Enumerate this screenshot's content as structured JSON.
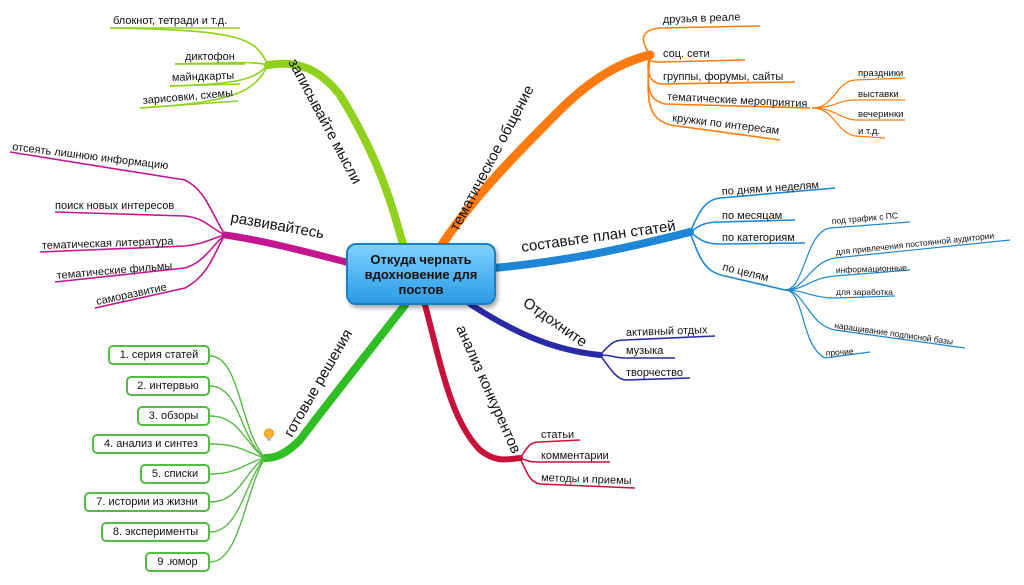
{
  "center": {
    "title": "Откуда черпать вдохновение для постов"
  },
  "colors": {
    "lime": "#8fd11c",
    "orange": "#ff7b0f",
    "blue": "#1e86d6",
    "navy": "#2a2aa8",
    "crimson": "#c8103a",
    "green": "#2fbf24",
    "magenta": "#c3158f"
  },
  "branches": {
    "record": {
      "label": "записывайте мысли",
      "items": [
        "блокнот, тетради и т.д.",
        "диктофон",
        "майндкарты",
        "зарисовки, схемы"
      ]
    },
    "social": {
      "label": "тематическое общение",
      "items": [
        "друзья в реале",
        "соц. сети",
        "группы, форумы, сайты",
        "тематические мероприятия",
        "кружки по интересам"
      ],
      "events_sub": [
        "праздники",
        "выставки",
        "вечеринки",
        "и т.д."
      ]
    },
    "plan": {
      "label": "составьте план статей",
      "items": [
        "по дням и неделям",
        "по месяцам",
        "по категориям",
        "по целям"
      ],
      "goals_sub": [
        "под трафик с ПС",
        "для привлечения постоянной аудитории",
        "информационные",
        "для заработка",
        "наращивание подписной базы",
        "прочие"
      ]
    },
    "rest": {
      "label": "Отдохните",
      "items": [
        "активный отдых",
        "музыка",
        "творчество"
      ]
    },
    "competitors": {
      "label": "анализ конкурентов",
      "items": [
        "статьи",
        "комментарии",
        "методы и приемы"
      ]
    },
    "solutions": {
      "label": "готовые решения",
      "items": [
        "1. серия статей",
        "2. интервью",
        "3. обзоры",
        "4. анализ и синтез",
        "5. списки",
        "7. истории из жизни",
        "8. эксперименты",
        "9 .юмор"
      ]
    },
    "develop": {
      "label": "развивайтесь",
      "items": [
        "отсеять лишнюю информацию",
        "поиск новых интересов",
        "тематическая литература",
        "тематические фильмы",
        "саморазвитие"
      ]
    }
  }
}
